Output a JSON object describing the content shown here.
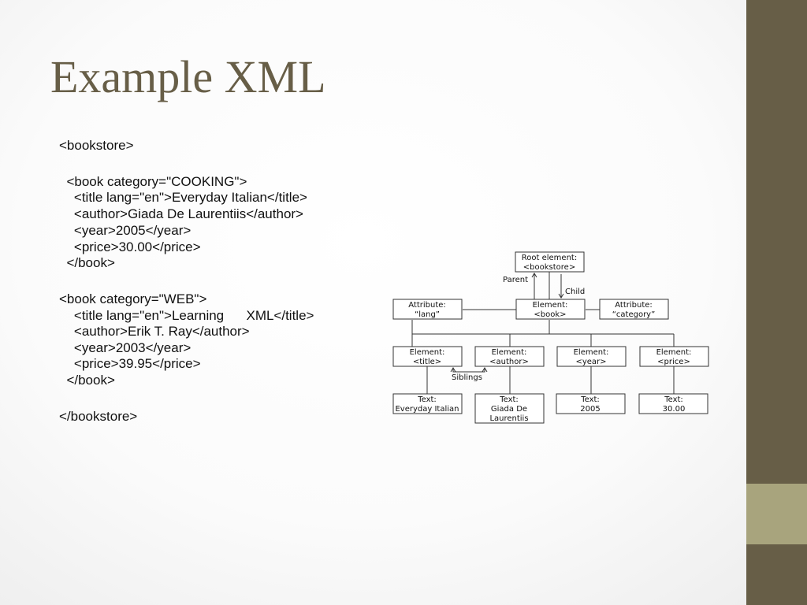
{
  "slide": {
    "title": "Example XML",
    "colors": {
      "bar": "#675e47",
      "accent": "#a8a47d",
      "title": "#675e47"
    }
  },
  "code_lines": [
    "<bookstore>",
    "  <book category=\"COOKING\">",
    "    <title lang=\"en\">Everyday Italian</title>",
    "    <author>Giada De Laurentiis</author>",
    "    <year>2005</year>",
    "    <price>30.00</price>",
    "  </book>",
    "<book category=\"WEB\">",
    "    <title lang=\"en\">Learning      XML</title>",
    "    <author>Erik T. Ray</author>",
    "    <year>2003</year>",
    "    <price>39.95</price>",
    "  </book>",
    "</bookstore>"
  ],
  "tree": {
    "root": {
      "line1": "Root element:",
      "line2": "<bookstore>"
    },
    "parent_label": "Parent",
    "child_label": "Child",
    "siblings_label": "Siblings",
    "attr_lang": {
      "line1": "Attribute:",
      "line2": "“lang”"
    },
    "book": {
      "line1": "Element:",
      "line2": "<book>"
    },
    "attr_category": {
      "line1": "Attribute:",
      "line2": "“category”"
    },
    "el_title": {
      "line1": "Element:",
      "line2": "<title>"
    },
    "el_author": {
      "line1": "Element:",
      "line2": "<author>"
    },
    "el_year": {
      "line1": "Element:",
      "line2": "<year>"
    },
    "el_price": {
      "line1": "Element:",
      "line2": "<price>"
    },
    "text_title": {
      "line1": "Text:",
      "line2": "Everyday Italian"
    },
    "text_author": {
      "line1": "Text:",
      "line2": "Giada De",
      "line3": "Laurentiis"
    },
    "text_year": {
      "line1": "Text:",
      "line2": "2005"
    },
    "text_price": {
      "line1": "Text:",
      "line2": "30.00"
    }
  }
}
